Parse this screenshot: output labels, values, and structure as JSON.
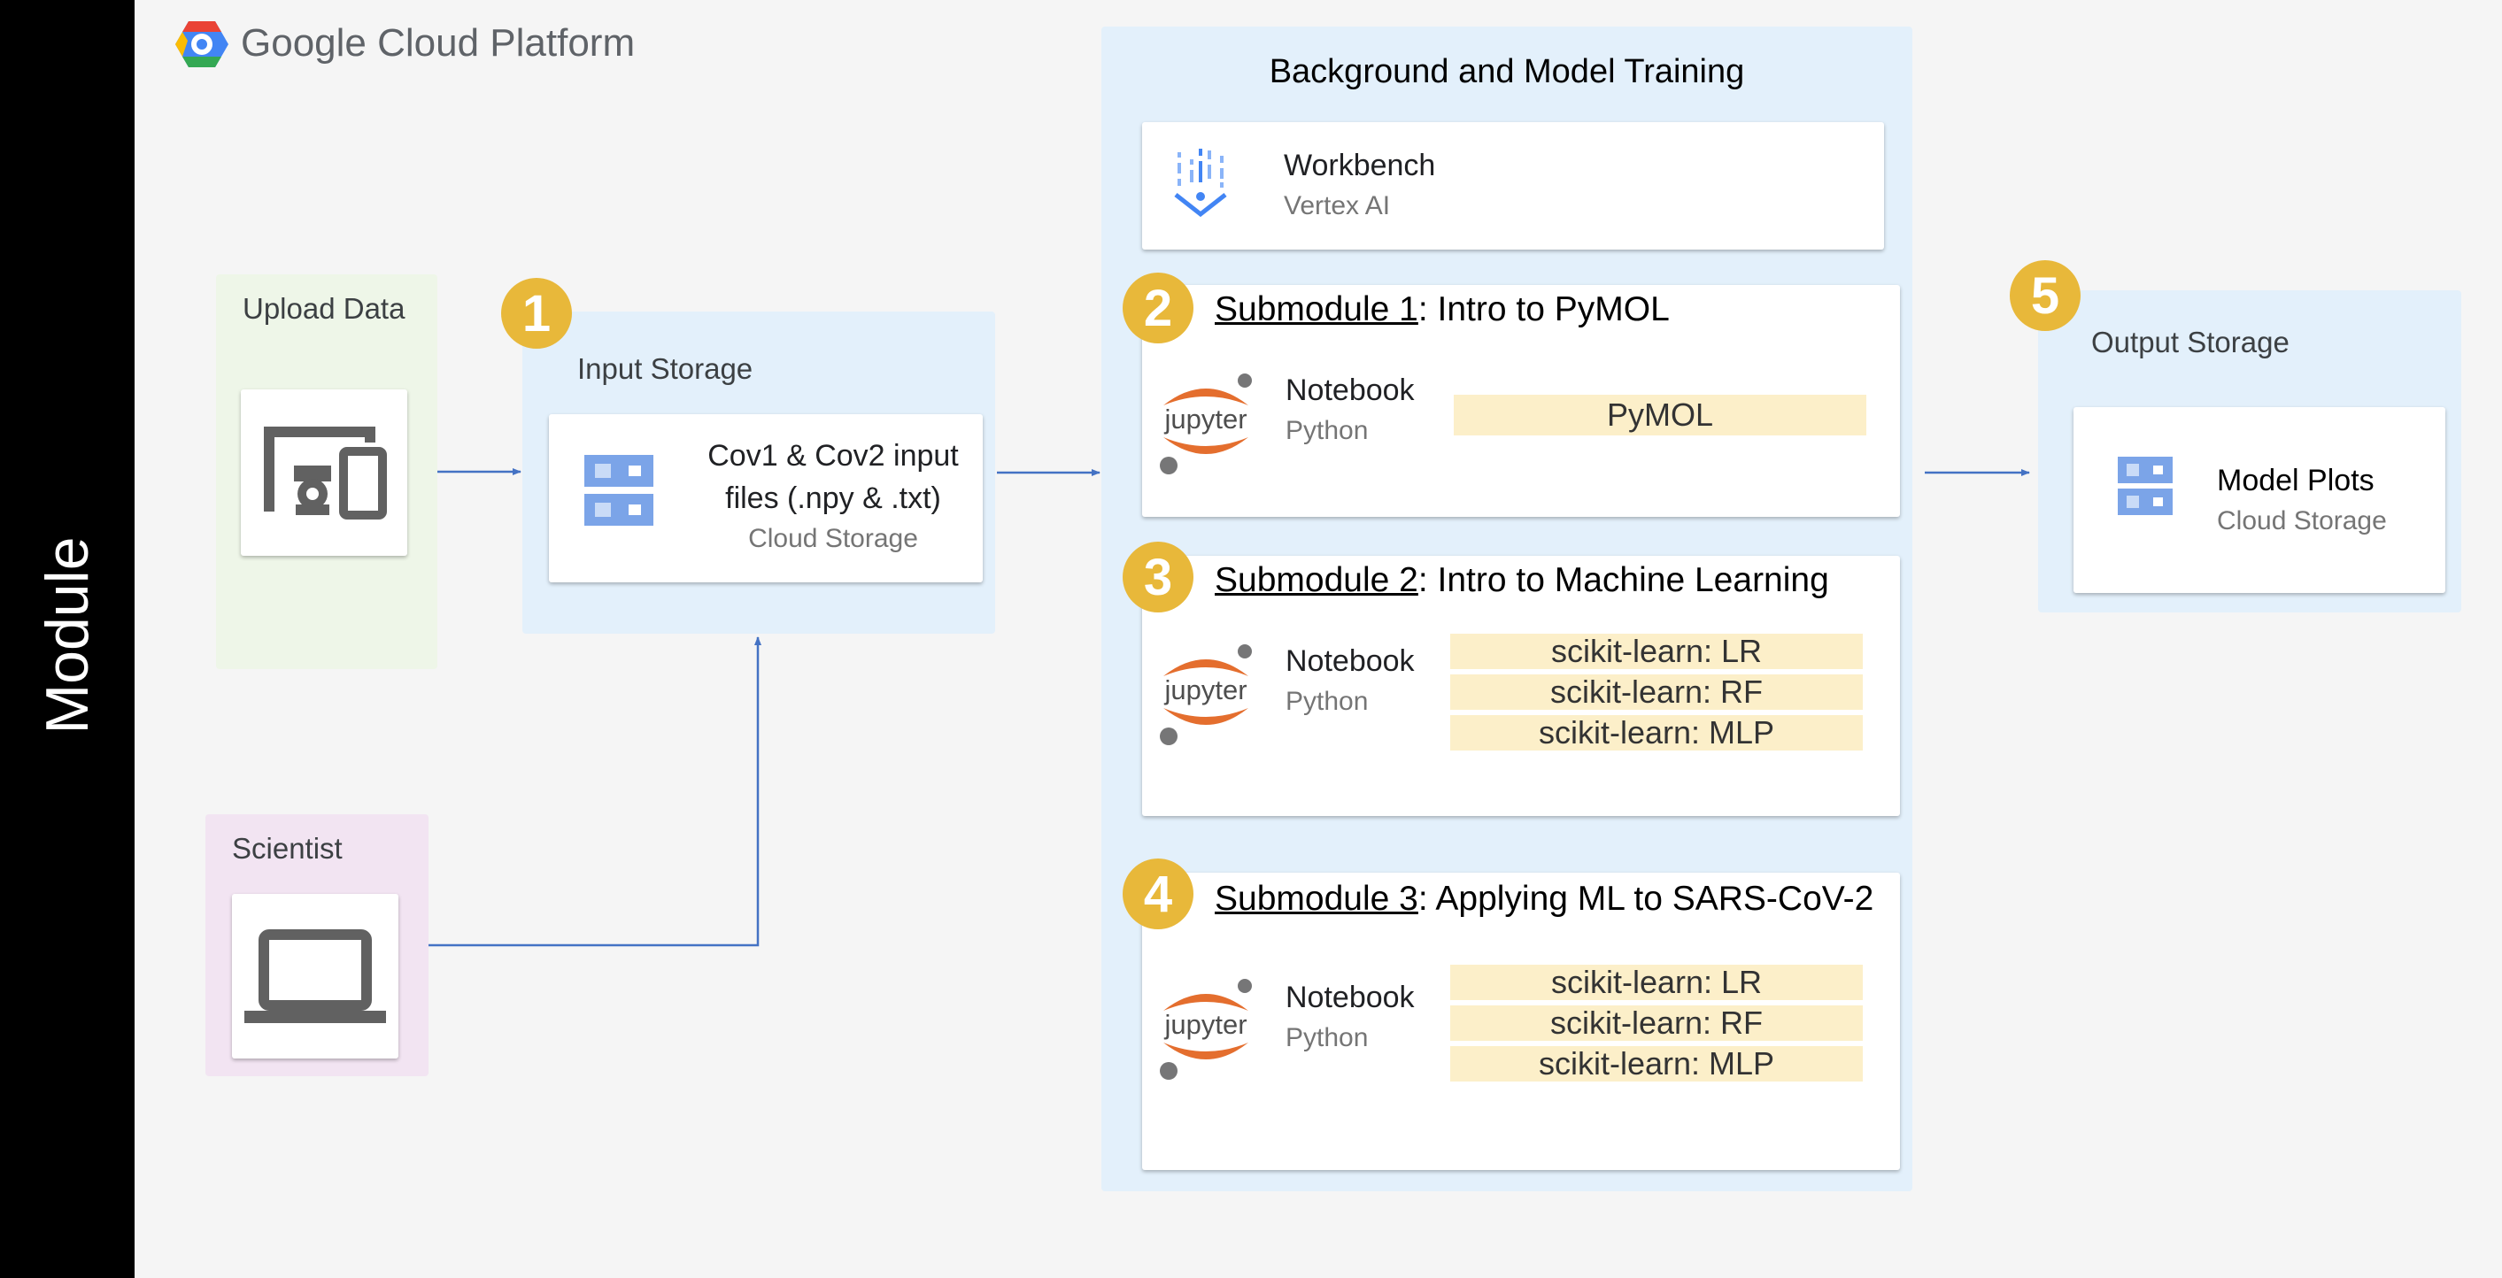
{
  "sidebar": {
    "label": "Module"
  },
  "header": {
    "brand": "Google Cloud Platform"
  },
  "upload": {
    "label": "Upload Data"
  },
  "scientist": {
    "label": "Scientist"
  },
  "input_storage": {
    "badge": "1",
    "label": "Input Storage",
    "line1": "Cov1 & Cov2 input",
    "line2": "files (.npy & .txt)",
    "service": "Cloud Storage"
  },
  "training": {
    "title": "Background and Model Training",
    "workbench": {
      "title": "Workbench",
      "subtitle": "Vertex AI"
    },
    "submodules": [
      {
        "badge": "2",
        "name": "Submodule 1",
        "rest": ": Intro to PyMOL",
        "nb_title": "Notebook",
        "nb_sub": "Python",
        "libs": [
          "PyMOL"
        ]
      },
      {
        "badge": "3",
        "name": "Submodule 2",
        "rest": ": Intro to Machine Learning",
        "nb_title": "Notebook",
        "nb_sub": "Python",
        "libs": [
          "scikit-learn: LR",
          "scikit-learn: RF",
          "scikit-learn: MLP"
        ]
      },
      {
        "badge": "4",
        "name": "Submodule 3",
        "rest": ": Applying ML to SARS-CoV-2",
        "nb_title": "Notebook",
        "nb_sub": "Python",
        "libs": [
          "scikit-learn: LR",
          "scikit-learn: RF",
          "scikit-learn: MLP"
        ]
      }
    ],
    "jupyter_word": "jupyter"
  },
  "output_storage": {
    "badge": "5",
    "label": "Output  Storage",
    "title": "Model Plots",
    "service": "Cloud Storage"
  },
  "colors": {
    "blue_region": "#e3f0fb",
    "green_region": "#eef6e8",
    "purple_region": "#f2e4f2",
    "badge": "#e8b83a",
    "library": "#fcefc9",
    "arrow": "#4472c4",
    "jupyter_orange": "#e46e2e",
    "storage_blue": "#7ba4e8"
  }
}
